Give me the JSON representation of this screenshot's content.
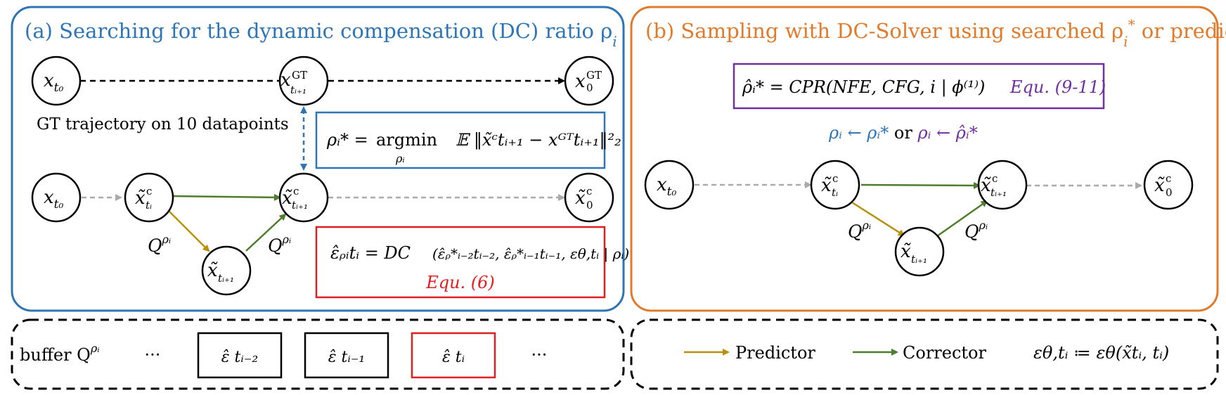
{
  "colors": {
    "panel_a": "#2E75B6",
    "panel_b": "#E07B2C",
    "predictor": "#B8900B",
    "corrector": "#4E7D2E",
    "red": "#E02020",
    "purple": "#7030A0",
    "gray_arrow": "#AAAAAA",
    "node_stroke": "#000000"
  },
  "panel_a": {
    "title": "(a) Searching for the dynamic compensation (DC) ratio ρ",
    "title_sub": "i",
    "gt_caption": "GT trajectory on 10 datapoints",
    "nodes": {
      "gt_start": "x",
      "gt_start_sub": "t₀",
      "gt_mid": "x",
      "gt_mid_sup": "GT",
      "gt_mid_sub": "tᵢ₊₁",
      "gt_end": "x",
      "gt_end_sup": "GT",
      "gt_end_sub": "0",
      "start": "x",
      "start_sub": "t₀",
      "xti": "x̃",
      "xti_sup": "c",
      "xti_sub": "tᵢ",
      "xti1": "x̃",
      "xti1_sup": "c",
      "xti1_sub": "tᵢ₊₁",
      "pred": "x̃",
      "pred_sub": "tᵢ₊₁",
      "end": "x̃",
      "end_sup": "c",
      "end_sub": "0"
    },
    "q_label": "Q",
    "q_sup": "ρᵢ",
    "argmin_formula": {
      "lhs": "ρᵢ* = ",
      "op": "argmin",
      "op_sub": "ρᵢ",
      "body": "𝔼 ‖x̃ᶜtᵢ₊₁ − xᴳᵀtᵢ₊₁‖²₂"
    },
    "dc_formula": {
      "lhs": "ε̂ᵨᵢtᵢ = DC",
      "args": "(ε̂ᵨ*ᵢ₋₂tᵢ₋₂, ε̂ᵨ*ᵢ₋₁tᵢ₋₁, εθ,tᵢ | ρᵢ)",
      "ref": "Equ. (6)"
    }
  },
  "panel_b": {
    "title": "(b) Sampling with DC-Solver using searched ρ",
    "title_mid": " or predicted ",
    "cpr_formula": {
      "lhs": "ρ̂ᵢ* = CPR(NFE, CFG, i | ϕ⁽¹⁾)",
      "ref": "Equ. (9-11)"
    },
    "assign": {
      "left": "ρᵢ ← ρᵢ*",
      "or": "or",
      "right": "ρᵢ ← ρ̂ᵢ*"
    }
  },
  "legend": {
    "buffer_label": "buffer Q",
    "buffer_sup": "ρᵢ",
    "ellipsis": "···",
    "cells": [
      "ε̂ tᵢ₋₂",
      "ε̂ tᵢ₋₁",
      "ε̂ tᵢ"
    ],
    "predictor": "Predictor",
    "corrector": "Corrector",
    "eps_def": "εθ,tᵢ ≔ εθ(x̃tᵢ, tᵢ)"
  }
}
